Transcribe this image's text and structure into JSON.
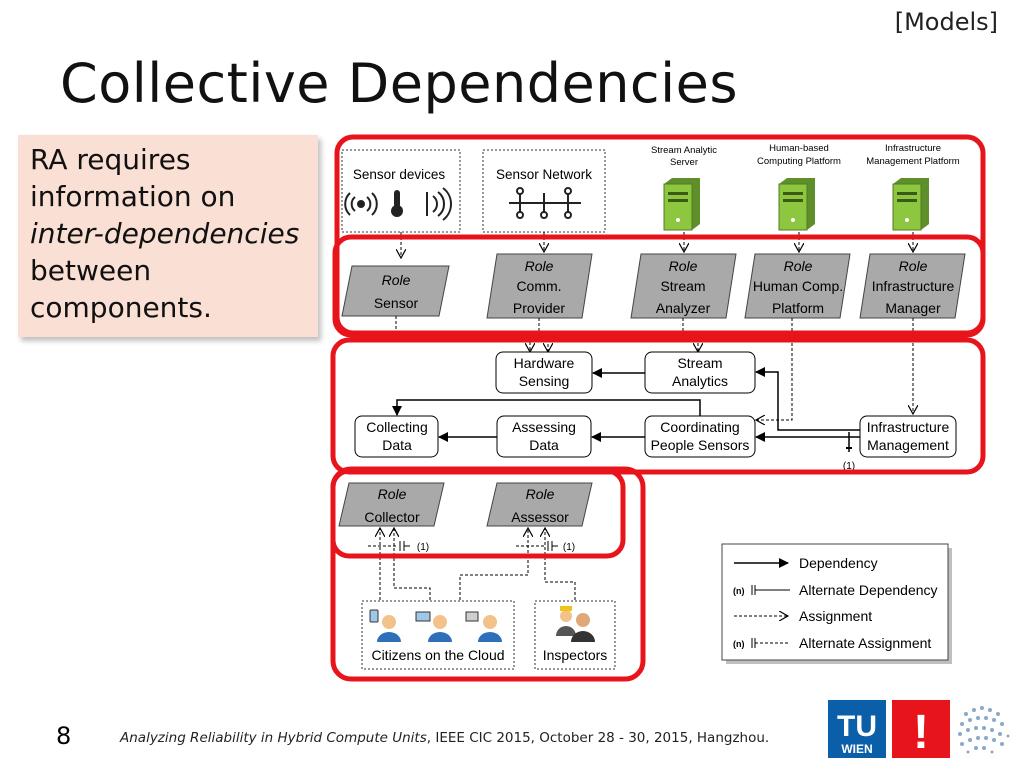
{
  "slide": {
    "tag": "[Models]",
    "title": "Collective Dependencies",
    "callout": {
      "line1": "RA requires",
      "line2": "information on",
      "line3": "inter-dependencies",
      "line4": "between",
      "line5": "components."
    },
    "page_number": "8",
    "footer_title": "Analyzing Reliability in Hybrid Compute Units",
    "footer_rest": ", IEEE CIC 2015, October 28 - 30, 2015, Hangzhou."
  },
  "logo": {
    "line1": "TU",
    "line2": "WIEN",
    "mark": "!"
  },
  "diagram": {
    "sources": {
      "sensor_devices": "Sensor devices",
      "sensor_network": "Sensor Network",
      "stream_server_1": "Stream Analytic",
      "stream_server_2": "Server",
      "human_platform_1": "Human-based",
      "human_platform_2": "Computing Platform",
      "infra_platform_1": "Infrastructure",
      "infra_platform_2": "Management Platform"
    },
    "role_word": "Role",
    "roles": {
      "sensor": "Sensor",
      "comm_1": "Comm.",
      "comm_2": "Provider",
      "stream_1": "Stream",
      "stream_2": "Analyzer",
      "human_1": "Human Comp.",
      "human_2": "Platform",
      "infra_1": "Infrastructure",
      "infra_2": "Manager",
      "collector": "Collector",
      "assessor": "Assessor"
    },
    "processes": {
      "hardware_1": "Hardware",
      "hardware_2": "Sensing",
      "analytics_1": "Stream",
      "analytics_2": "Analytics",
      "collecting_1": "Collecting",
      "collecting_2": "Data",
      "assessing_1": "Assessing",
      "assessing_2": "Data",
      "coord_1": "Coordinating",
      "coord_2": "People Sensors",
      "infra_1": "Infrastructure",
      "infra_2": "Management"
    },
    "multiplicity": "(1)",
    "people": {
      "citizens": "Citizens on the Cloud",
      "inspectors": "Inspectors"
    },
    "legend": {
      "dependency": "Dependency",
      "alternate_dependency": "Alternate Dependency",
      "assignment": "Assignment",
      "alternate_assignment": "Alternate Assignment",
      "n_label": "(n)"
    },
    "colors": {
      "highlight": "#e8141b",
      "role_fill": "#a9a9a9",
      "server_green": "#8dc63f"
    }
  }
}
